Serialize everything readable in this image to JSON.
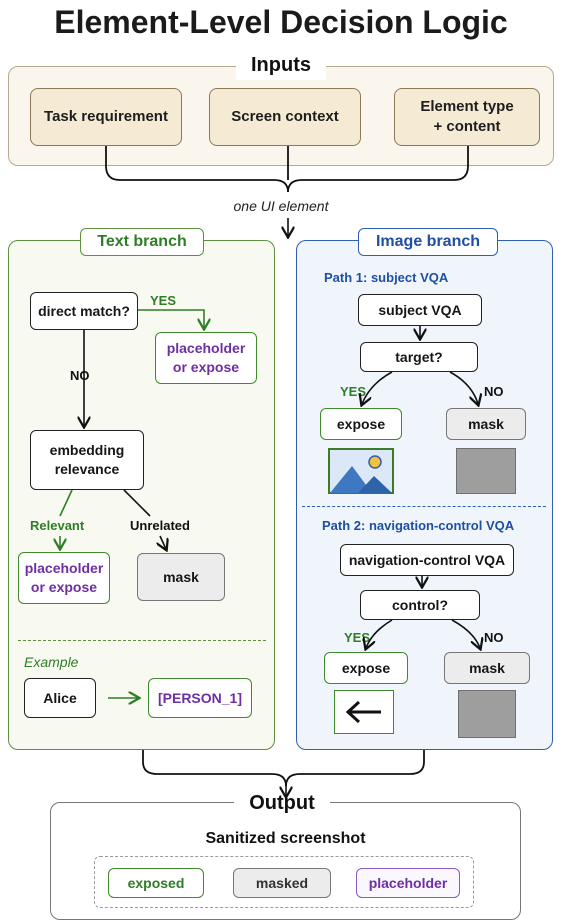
{
  "title": "Element-Level Decision Logic",
  "inputs": {
    "label": "Inputs",
    "items": [
      "Task requirement",
      "Screen context",
      "Element type\n+ content"
    ]
  },
  "one_element_label": "one UI element",
  "text_branch": {
    "label": "Text branch",
    "direct_match": "direct match?",
    "yes": "YES",
    "no": "NO",
    "yes_result": "placeholder\nor expose",
    "embedding": "embedding\nrelevance",
    "relevant": "Relevant",
    "unrelated": "Unrelated",
    "relevant_result": "placeholder\nor expose",
    "unrelated_result": "mask",
    "example_label": "Example",
    "example_input": "Alice",
    "example_output": "[PERSON_1]"
  },
  "image_branch": {
    "label": "Image branch",
    "path1": {
      "label": "Path 1: subject VQA",
      "vqa": "subject VQA",
      "question": "target?",
      "yes": "YES",
      "no": "NO",
      "expose": "expose",
      "mask": "mask"
    },
    "path2": {
      "label": "Path 2: navigation-control VQA",
      "vqa": "navigation-control VQA",
      "question": "control?",
      "yes": "YES",
      "no": "NO",
      "expose": "expose",
      "mask": "mask"
    }
  },
  "output": {
    "label": "Output",
    "subtitle": "Sanitized screenshot",
    "legend": [
      "exposed",
      "masked",
      "placeholder"
    ]
  },
  "colors": {
    "text_branch": "#5f8f3e",
    "image_branch": "#2f5fb3",
    "placeholder": "#6e2fa3",
    "inputs": "#8d7955"
  },
  "icons": [
    "landscape-image-icon",
    "gray-mask-square-icon",
    "back-arrow-icon"
  ]
}
